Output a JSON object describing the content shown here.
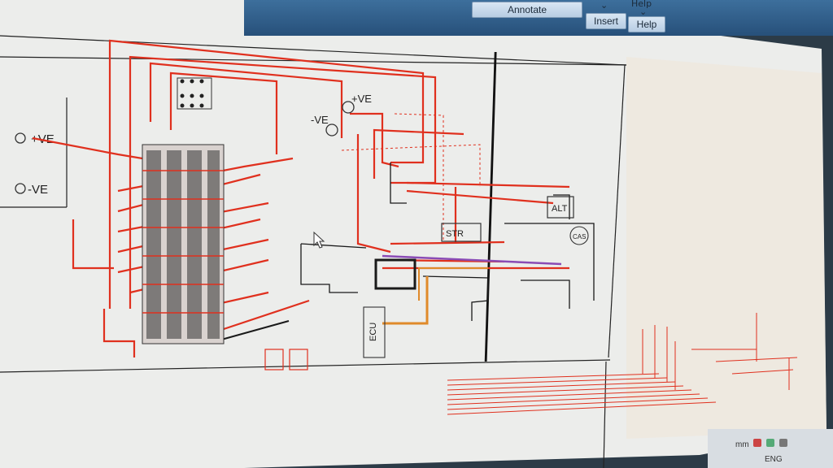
{
  "ribbon": {
    "annotate_label": "Annotate",
    "insert_label": "Insert",
    "help_label": "Help",
    "help_top_label": "Help",
    "insert_arrow": "⌄",
    "help_arrow": "⌄"
  },
  "schematic": {
    "pos_label_left": "+VE",
    "neg_label_left": "-VE",
    "pos_label_top": "+VE",
    "neg_label_top": "-VE",
    "alternator_label": "ALT",
    "starter_label": "STR",
    "cas_label": "CAS",
    "ecu_label": "ECU"
  },
  "statusbar": {
    "units": "mm",
    "language": "ENG"
  },
  "colors": {
    "wire_red": "#e0301e",
    "wire_black": "#1a1a1a",
    "wire_orange": "#e08a2a",
    "wire_purple": "#8a4bb5",
    "paper": "#ecedeb"
  }
}
